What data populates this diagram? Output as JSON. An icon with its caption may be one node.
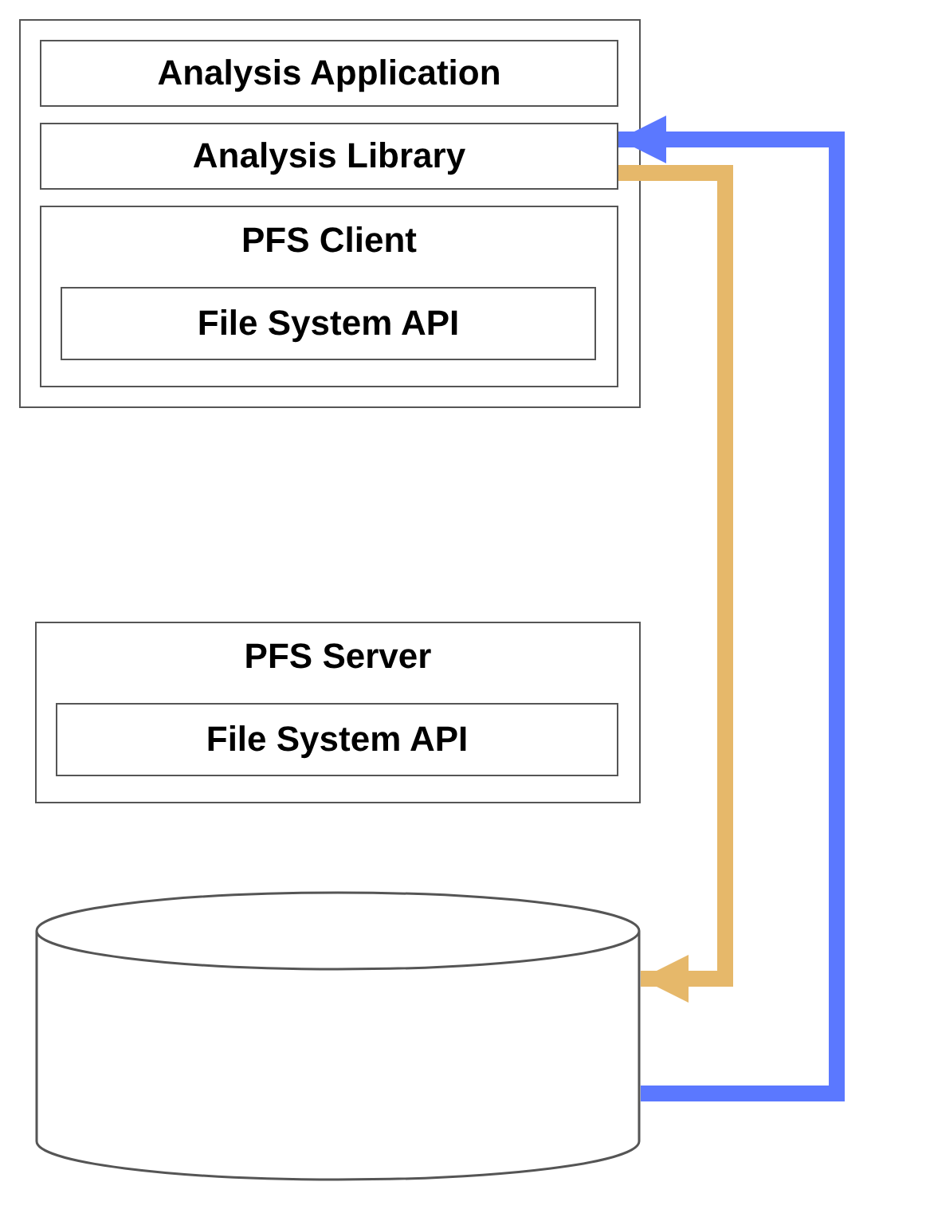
{
  "diagram": {
    "nodes": [
      {
        "text": [],
        "shape": "box"
      },
      {
        "text": [
          "Analysis Application"
        ],
        "in": 0
      },
      {
        "text": [
          "Analysis Library"
        ],
        "in": 0
      },
      {
        "text": [
          "PFS Client"
        ],
        "in": 0
      },
      {
        "text": [
          "File System API"
        ],
        "in": 3
      },
      {
        "text": [
          "PFS Server"
        ]
      },
      {
        "text": [
          "File System API"
        ],
        "in": 5
      },
      {
        "text": [],
        "shape": "cylinder"
      }
    ],
    "edges": [
      {
        "from": 2,
        "to": 7,
        "arrow": "to",
        "color": "#e6b86a"
      },
      {
        "from": 7,
        "to": 2,
        "arrow": "to",
        "color": "#5b78ff"
      }
    ]
  }
}
